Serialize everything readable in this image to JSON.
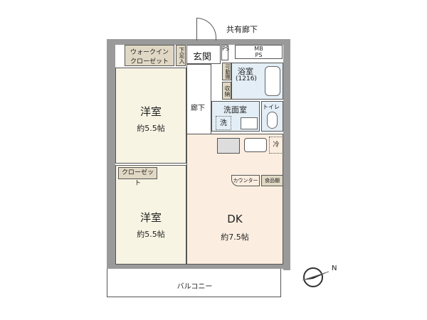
{
  "labels": {
    "corridor": "共有廊下",
    "walkin": "ウォークイン",
    "walkin2": "クローゼット",
    "shoe": "下足入",
    "entrance": "玄関",
    "ps": "PS",
    "mbps1": "MB",
    "mbps2": "PS",
    "shelf": "可動棚",
    "storage": "収納",
    "bath": "浴室",
    "bath_size": "(1216)",
    "hall": "廊下",
    "washroom": "洗面室",
    "washer": "洗",
    "toilet": "トイレ",
    "fridge": "冷",
    "closet": "クローゼット",
    "counter": "カウンター",
    "pantry": "食品棚",
    "room1": "洋室",
    "room1_size": "約5.5帖",
    "room2": "洋室",
    "room2_size": "約5.5帖",
    "dk": "DK",
    "dk_size": "約7.5帖",
    "balcony": "バルコニー",
    "north": "N"
  },
  "colors": {
    "western": "#f7f4e4",
    "dk": "#fbeee0",
    "bath": "#e3eef6",
    "closet": "#e0d8c4"
  }
}
